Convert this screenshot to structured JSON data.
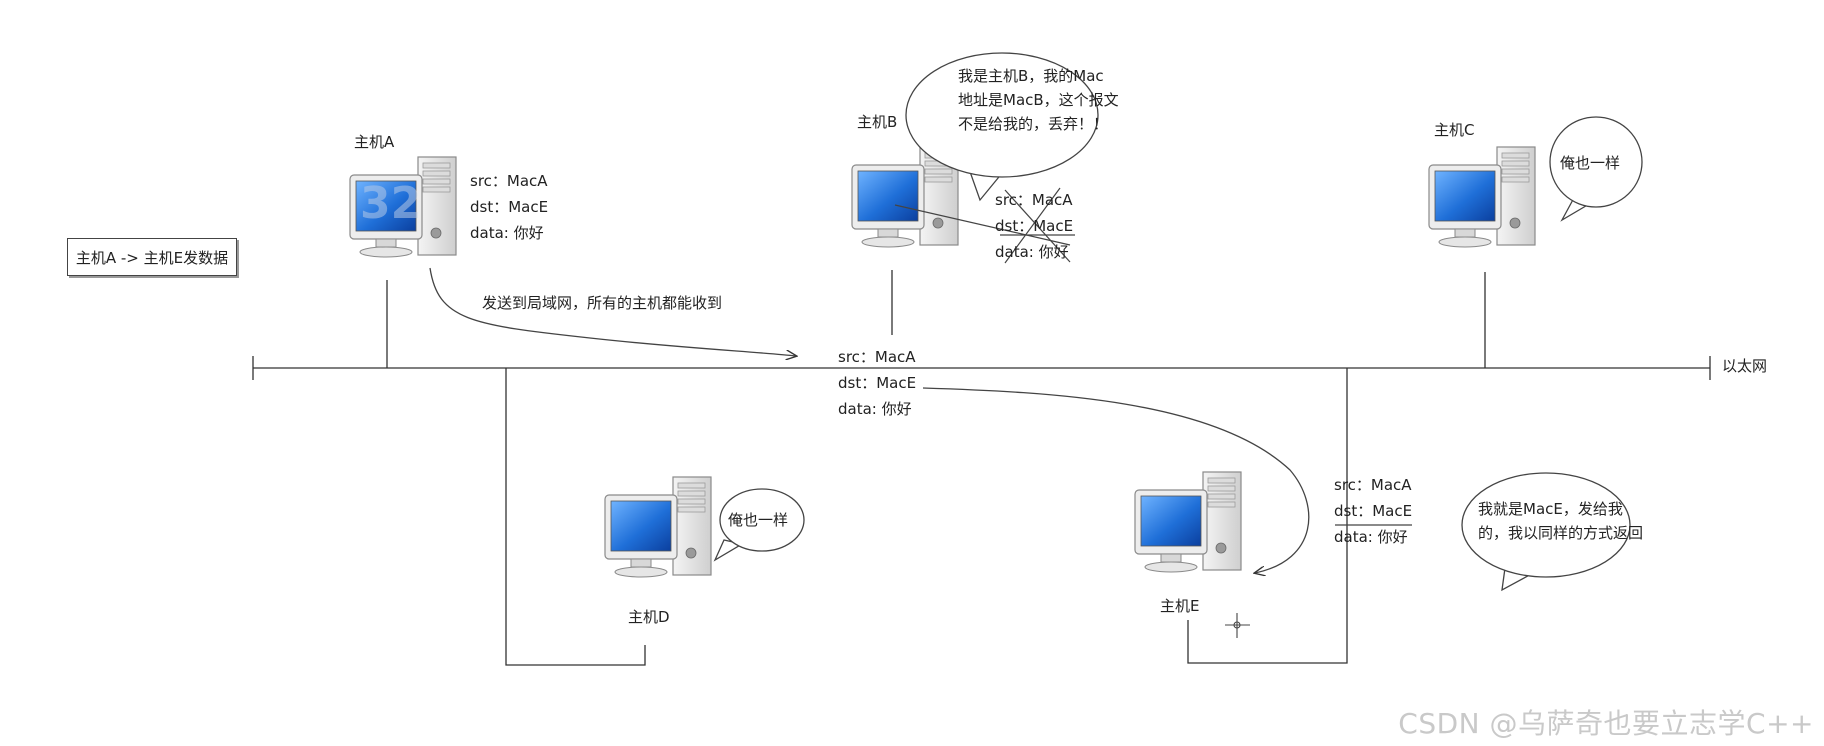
{
  "task_box": "主机A -> 主机E发数据",
  "hosts": {
    "a": {
      "label": "主机A"
    },
    "b": {
      "label": "主机B"
    },
    "c": {
      "label": "主机C"
    },
    "d": {
      "label": "主机D"
    },
    "e": {
      "label": "主机E"
    }
  },
  "overlay_number": "32",
  "ethernet_label": "以太网",
  "send_note": "发送到局域网，所有的主机都能收到",
  "packet_a": {
    "src": "src：MacA",
    "dst": "dst：MacE",
    "data": "data: 你好"
  },
  "packet_b": {
    "src": "src：MacA",
    "dst": "dst：MacE",
    "data": "data: 你好"
  },
  "packet_bus": {
    "src": "src：MacA",
    "dst": "dst：MacE",
    "data": "data: 你好"
  },
  "packet_e": {
    "src": "src：MacA",
    "dst": "dst：MacE",
    "data": "data: 你好"
  },
  "bubble_b": {
    "line1": "我是主机B，我的Mac",
    "line2": "地址是MacB，这个报文",
    "line3": "不是给我的，丢弃！！"
  },
  "bubble_c": {
    "text": "俺也一样"
  },
  "bubble_d": {
    "text": "俺也一样"
  },
  "bubble_e": {
    "line1": "我就是MacE，发给我",
    "line2": "的，我以同样的方式返回"
  },
  "watermark": "CSDN @乌萨奇也要立志学C++"
}
